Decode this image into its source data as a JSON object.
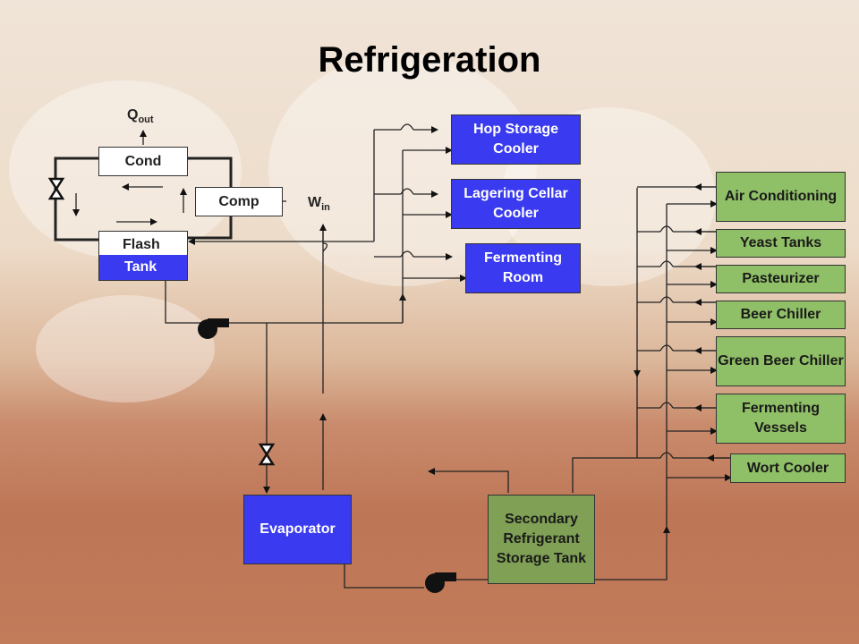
{
  "title": "Refrigeration",
  "labels": {
    "q": "Q",
    "q_sub": "out",
    "w": "W",
    "w_sub": "in"
  },
  "boxes": {
    "cond": "Cond",
    "comp": "Comp",
    "flash_line1": "Flash",
    "flash_line2": "Tank",
    "hop": "Hop Storage Cooler",
    "lagering": "Lagering Cellar Cooler",
    "fermenting_room": "Fermenting Room",
    "evaporator": "Evaporator",
    "secondary": "Secondary Refrigerant Storage Tank",
    "air": "Air Conditioning",
    "yeast": "Yeast Tanks",
    "pasteurizer": "Pasteurizer",
    "beer_chiller": "Beer Chiller",
    "green_beer": "Green Beer Chiller",
    "fermenting_vessels": "Fermenting Vessels",
    "wort": "Wort Cooler"
  },
  "colors": {
    "primary_box": "#3a3af0",
    "secondary_box": "#8fbf66",
    "tank": "#7fa055",
    "line": "#222222"
  },
  "icons": [
    "pump-icon",
    "expansion-valve-icon"
  ]
}
